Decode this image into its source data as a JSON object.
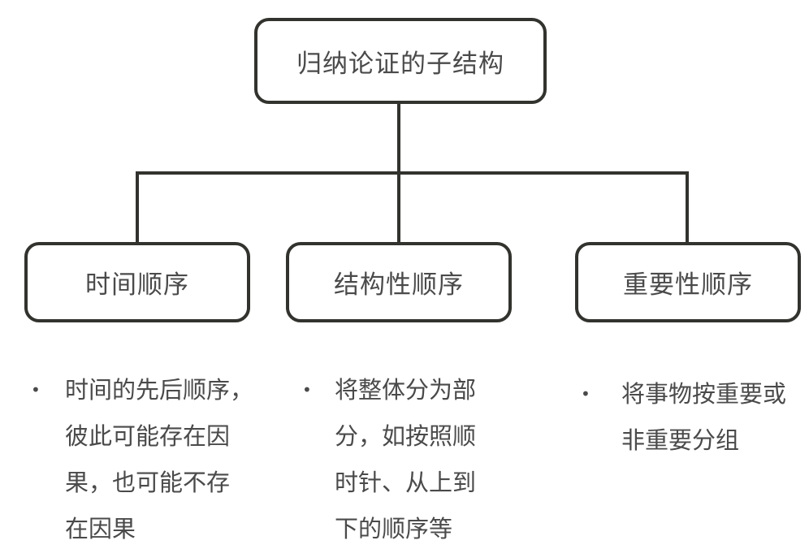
{
  "diagram": {
    "title": "归纳论证的子结构",
    "bullet_char": "•",
    "colors": {
      "border": "#32322e",
      "line": "#32322e",
      "text": "#4a4a4a",
      "box_fill": "#ffffff",
      "background": "#ffffff"
    },
    "root": {
      "label": "归纳论证的子结构"
    },
    "branches": [
      {
        "label": "时间顺序",
        "note_text": "时间的先后顺序，彼此可能存在因果，也可能不存在因果",
        "lines": [
          "时间的先后顺序，",
          "彼此可能存在因",
          "果，也可能不存",
          "在因果"
        ]
      },
      {
        "label": "结构性顺序",
        "note_text": "将整体分为部分，如按照顺时针、从上到下的顺序等",
        "lines": [
          "将整体分为部",
          "分，如按照顺",
          "时针、从上到",
          "下的顺序等"
        ]
      },
      {
        "label": "重要性顺序",
        "note_text": "将事物按重要或非重要分组",
        "lines": [
          "将事物按重要或",
          "非重要分组"
        ]
      }
    ]
  }
}
